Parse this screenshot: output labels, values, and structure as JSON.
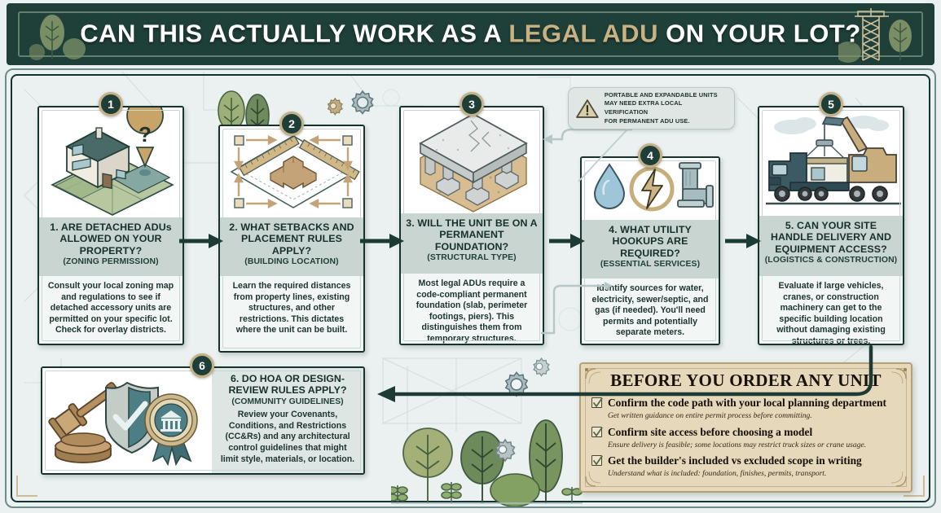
{
  "header": {
    "title_before": "CAN THIS ACTUALLY WORK AS A ",
    "title_accent": "LEGAL ADU",
    "title_after": " ON YOUR LOT?",
    "bg_color": "#1f4039",
    "accent_color": "#c7b283"
  },
  "theme": {
    "page_bg": "#eaf1f0",
    "card_border": "#17332e",
    "band_bg": "#c9d5d1",
    "badge_bg": "#1e3e37",
    "badge_ring": "#c4b188",
    "panel_bg": "#e6d8bb",
    "arrow_color": "#1b3b34"
  },
  "warning": {
    "icon": "warning-triangle-icon",
    "line1": "PORTABLE AND EXPANDABLE UNITS",
    "line2": "MAY NEED EXTRA LOCAL VERIFICATION",
    "line3": "FOR PERMANENT ADU USE."
  },
  "cards": [
    {
      "number": "1",
      "icon": "house-on-lot-icon",
      "question": "1. ARE DETACHED ADUs ALLOWED ON YOUR PROPERTY?",
      "subtitle": "(ZONING PERMISSION)",
      "body": "Consult your local zoning map and regulations to see if detached accessory units are permitted on your specific lot. Check for overlay districts."
    },
    {
      "number": "2",
      "icon": "setback-measurement-icon",
      "question": "2. WHAT SETBACKS AND PLACEMENT RULES APPLY?",
      "subtitle": "(BUILDING LOCATION)",
      "body": "Learn the required distances from property lines, existing structures, and other restrictions. This dictates where the unit can be built."
    },
    {
      "number": "3",
      "icon": "concrete-foundation-icon",
      "question": "3. WILL THE UNIT BE ON A PERMANENT FOUNDATION?",
      "subtitle": "(STRUCTURAL TYPE)",
      "body": "Most legal ADUs require a code-compliant permanent foundation (slab, perimeter footings, piers). This distinguishes them from temporary structures."
    },
    {
      "number": "4",
      "icon": "utility-hookups-icon",
      "question": "4. WHAT UTILITY HOOKUPS ARE REQUIRED?",
      "subtitle": "(ESSENTIAL SERVICES)",
      "body": "Identify sources for water, electricity, sewer/septic, and gas (if needed). You'll need permits and potentially separate meters."
    },
    {
      "number": "5",
      "icon": "crane-delivery-truck-icon",
      "question": "5. CAN YOUR SITE HANDLE DELIVERY AND EQUIPMENT ACCESS?",
      "subtitle": "(LOGISTICS & CONSTRUCTION)",
      "body": "Evaluate if large vehicles, cranes, or construction machinery can get to the specific building location without damaging existing structures or trees."
    },
    {
      "number": "6",
      "icon": "gavel-shield-seal-icon",
      "question": "6. DO HOA OR DESIGN-REVIEW RULES APPLY?",
      "subtitle": "(COMMUNITY GUIDELINES)",
      "body": "Review your Covenants, Conditions, and Restrictions (CC&Rs) and any architectural control guidelines that might limit style, materials, or location."
    }
  ],
  "checklist": {
    "title": "BEFORE YOU ORDER ANY UNIT",
    "items": [
      {
        "main": "Confirm the code path with your local planning department",
        "note": "Get written guidance on entire permit process before committing."
      },
      {
        "main": "Confirm site access before choosing a model",
        "note": "Ensure delivery is feasible; some locations may restrict truck sizes or crane usage."
      },
      {
        "main": "Get the builder's included vs excluded scope in writing",
        "note": "Understand what is included: foundation, finishes, permits, transport."
      }
    ]
  }
}
